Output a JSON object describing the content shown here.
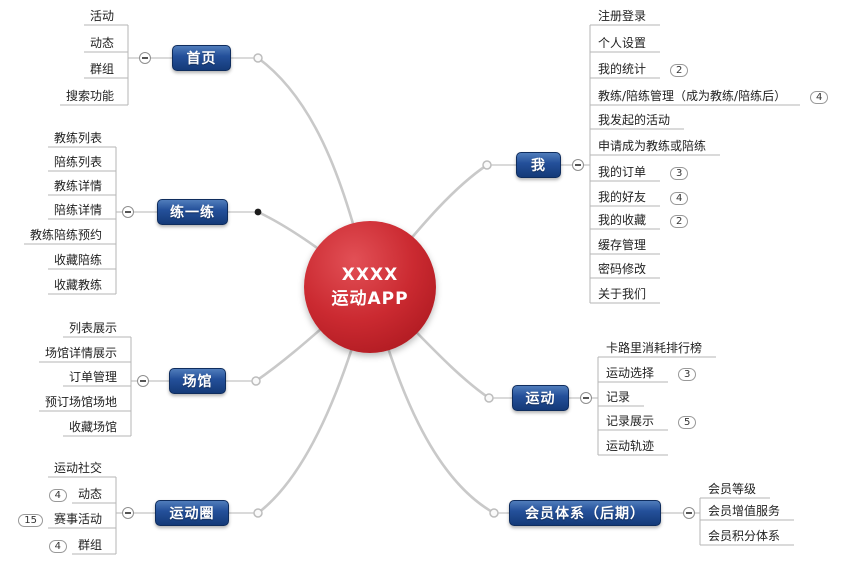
{
  "center": {
    "line1": "XXXX",
    "line2": "运动APP"
  },
  "branches": [
    {
      "id": "home",
      "label": "首页",
      "children": [
        {
          "label": "活动"
        },
        {
          "label": "动态"
        },
        {
          "label": "群组"
        },
        {
          "label": "搜索功能"
        }
      ]
    },
    {
      "id": "practice",
      "label": "练一练",
      "children": [
        {
          "label": "教练列表"
        },
        {
          "label": "陪练列表"
        },
        {
          "label": "教练详情"
        },
        {
          "label": "陪练详情"
        },
        {
          "label": "教练陪练预约"
        },
        {
          "label": "收藏陪练"
        },
        {
          "label": "收藏教练"
        }
      ]
    },
    {
      "id": "venue",
      "label": "场馆",
      "children": [
        {
          "label": "列表展示"
        },
        {
          "label": "场馆详情展示"
        },
        {
          "label": "订单管理"
        },
        {
          "label": "预订场馆场地"
        },
        {
          "label": "收藏场馆"
        }
      ]
    },
    {
      "id": "circle",
      "label": "运动圈",
      "children": [
        {
          "label": "运动社交"
        },
        {
          "label": "动态",
          "badge": "4"
        },
        {
          "label": "赛事活动",
          "badge": "15"
        },
        {
          "label": "群组",
          "badge": "4"
        }
      ]
    },
    {
      "id": "me",
      "label": "我",
      "children": [
        {
          "label": "注册登录"
        },
        {
          "label": "个人设置"
        },
        {
          "label": "我的统计",
          "badge": "2"
        },
        {
          "label": "教练/陪练管理（成为教练/陪练后）",
          "badge": "4"
        },
        {
          "label": "我发起的活动"
        },
        {
          "label": "申请成为教练或陪练"
        },
        {
          "label": "我的订单",
          "badge": "3"
        },
        {
          "label": "我的好友",
          "badge": "4"
        },
        {
          "label": "我的收藏",
          "badge": "2"
        },
        {
          "label": "缓存管理"
        },
        {
          "label": "密码修改"
        },
        {
          "label": "关于我们"
        }
      ]
    },
    {
      "id": "sport",
      "label": "运动",
      "children": [
        {
          "label": "卡路里消耗排行榜"
        },
        {
          "label": "运动选择",
          "badge": "3"
        },
        {
          "label": "记录"
        },
        {
          "label": "记录展示",
          "badge": "5"
        },
        {
          "label": "运动轨迹"
        }
      ]
    },
    {
      "id": "member",
      "label": "会员体系（后期）",
      "children": [
        {
          "label": "会员等级"
        },
        {
          "label": "会员增值服务"
        },
        {
          "label": "会员积分体系"
        }
      ]
    }
  ],
  "colors": {
    "branch_node": "#1d4284",
    "center_node": "#c42127",
    "connector": "#c9c9c9",
    "line": "#b5b5b5"
  }
}
